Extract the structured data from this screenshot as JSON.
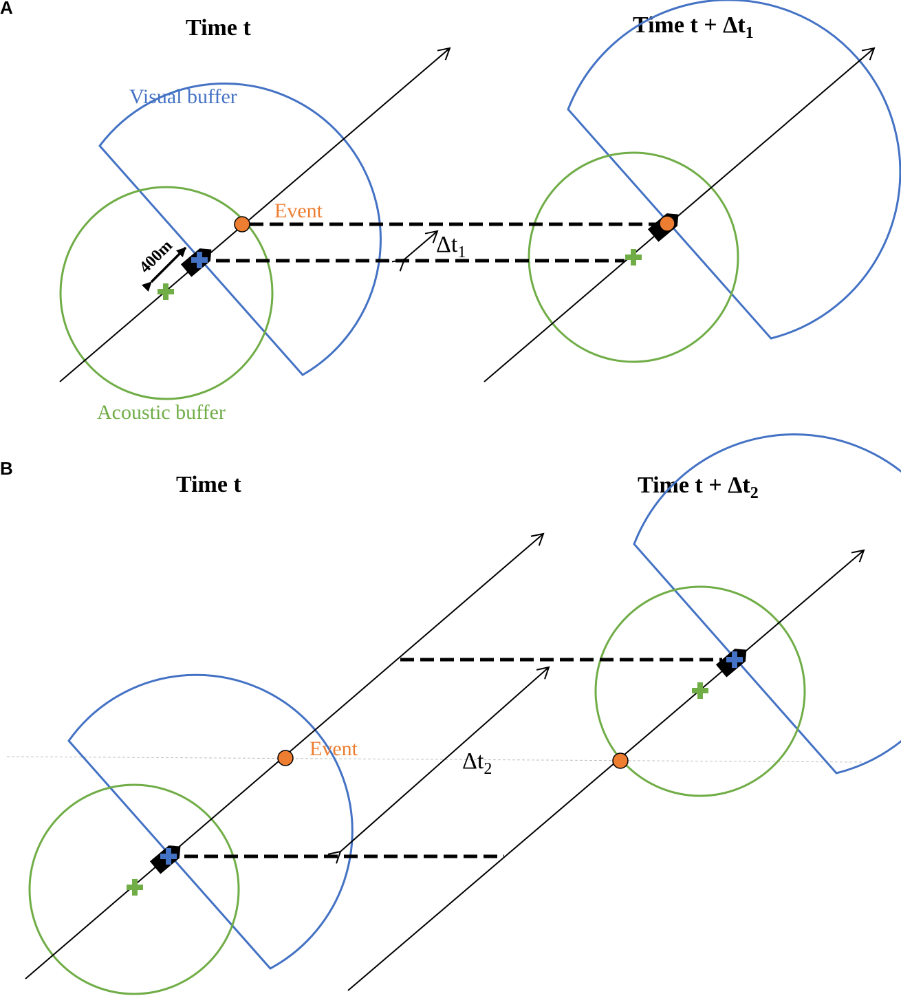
{
  "panel_a": {
    "letter": "A",
    "time_left": "Time  t",
    "time_right_prefix": "Time  t + Δt",
    "time_right_sub": "1",
    "visual_buffer_label": "Visual buffer",
    "acoustic_buffer_label": "Acoustic buffer",
    "event_label": "Event",
    "distance_label": "400m",
    "dt_prefix": "Δt",
    "dt_sub": "1"
  },
  "panel_b": {
    "letter": "B",
    "time_left": "Time  t",
    "time_right_prefix": "Time  t + Δt",
    "time_right_sub": "2",
    "event_label": "Event",
    "dt_prefix": "Δt",
    "dt_sub": "2"
  },
  "colors": {
    "visual_buffer": "#4472c4",
    "acoustic_buffer": "#70ad47",
    "event": "#ed7d31",
    "vessel": "#000000",
    "observer_marker": "#4472c4",
    "acoustic_marker": "#70ad47",
    "guide_line": "#bfbfbf"
  },
  "icons": {
    "vessel": "boat-icon",
    "observer": "plus-icon",
    "event": "circle-icon"
  }
}
